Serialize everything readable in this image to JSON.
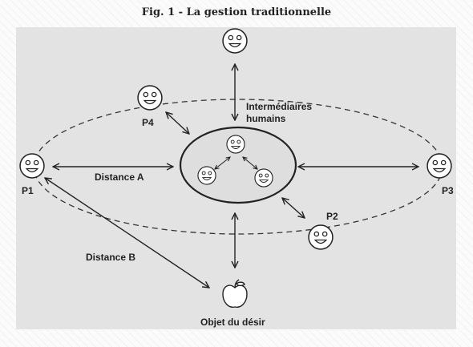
{
  "title": "Fig. 1 - La gestion traditionnelle",
  "labels": {
    "intermediaires_line1": "Intermédiaires",
    "intermediaires_line2": "humains",
    "distance_a": "Distance A",
    "distance_b": "Distance B",
    "objet": "Objet du désir",
    "p1": "P1",
    "p2": "P2",
    "p3": "P3",
    "p4": "P4"
  }
}
